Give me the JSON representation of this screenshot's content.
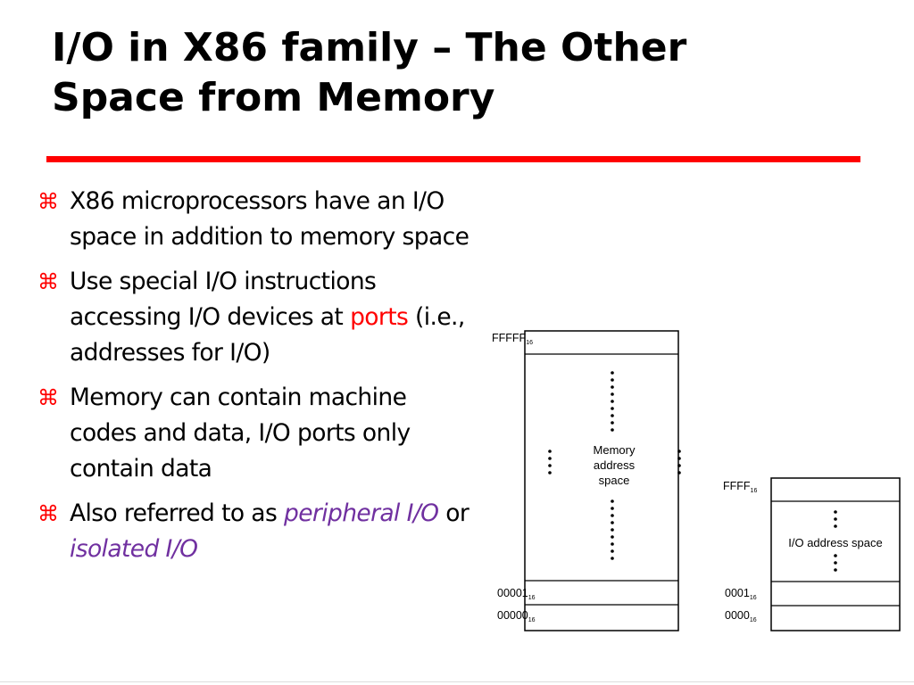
{
  "slide": {
    "title_line1": "I/O in X86 family – The Other",
    "title_line2": "Space from Memory",
    "accent_color": "#ff0000",
    "highlight_color": "#7030a0"
  },
  "bullets": [
    {
      "glyph": "⌘",
      "text": "X86 microprocessors have an I/O space in addition to memory space"
    },
    {
      "glyph": "⌘",
      "text_before": "Use special I/O instructions accessing I/O devices at ",
      "highlight": "ports",
      "text_after": " (i.e., addresses for I/O)"
    },
    {
      "glyph": "⌘",
      "text": "Memory can contain machine codes and data, I/O ports only contain data"
    },
    {
      "glyph": "⌘",
      "text_before": "Also referred to as ",
      "highlight1": "peripheral I/O",
      "middle": " or ",
      "highlight2": "isolated I/O"
    }
  ],
  "diagram": {
    "memory": {
      "top_label": "FFFFF",
      "top_sub": "16",
      "label_line1": "Memory",
      "label_line2": "address",
      "label_line3": "space",
      "row1_label": "00001",
      "row1_sub": "16",
      "row0_label": "00000",
      "row0_sub": "16"
    },
    "io": {
      "top_label": "FFFF",
      "top_sub": "16",
      "label": "I/O address space",
      "row1_label": "0001",
      "row1_sub": "16",
      "row0_label": "0000",
      "row0_sub": "16"
    }
  }
}
